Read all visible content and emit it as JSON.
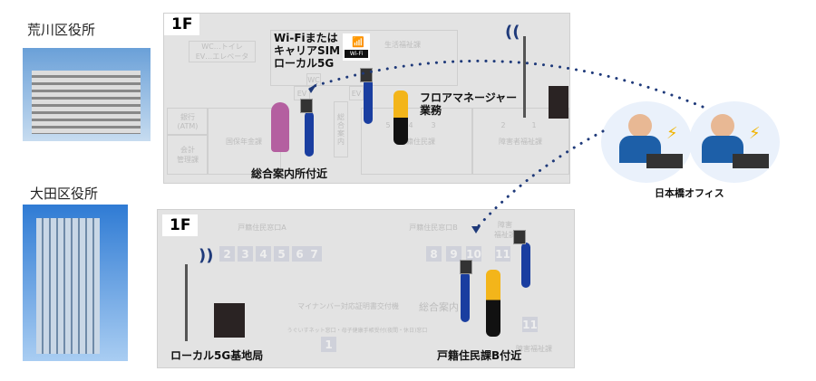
{
  "sites": [
    {
      "name": "荒川区役所",
      "floor": "1F",
      "rooms": [
        "WC…トイレ\nEV…エレベータ",
        "生活福祉課",
        "銀行\n(ATM)",
        "会計\n管理課",
        "国保年金課",
        "総\n合\n案\n内",
        "戸籍住民課",
        "障害者福祉課",
        "WC",
        "EV",
        "EV"
      ],
      "counters": [
        "5",
        "4",
        "3",
        "2",
        "1"
      ],
      "network_label": "Wi-Fiまたは\nキャリアSIM\nローカル5G",
      "wifi_badge": "Wi-Fi",
      "location_1": "総合案内所付近",
      "location_2": "フロアマネージャー\n業務"
    },
    {
      "name": "大田区役所",
      "floor": "1F",
      "rooms": [
        "戸籍住民窓口A",
        "戸籍住民窓口B",
        "障害\n福祉課",
        "マイナンバー対応証明書交付機",
        "うぐいすネット窓口・母子健康手帳受付(夜間・休日)窓口",
        "総合案内",
        "障害福祉課"
      ],
      "counters": [
        "2",
        "3",
        "4",
        "5",
        "6",
        "7",
        "8",
        "9",
        "10",
        "11",
        "11",
        "1"
      ],
      "base_station": "ローカル5G基地局",
      "location": "戸籍住民課B付近"
    }
  ],
  "office": {
    "name": "日本橋オフィス"
  },
  "colors": {
    "dots": "#1f3a7a",
    "robot": "#1a3ea0"
  }
}
